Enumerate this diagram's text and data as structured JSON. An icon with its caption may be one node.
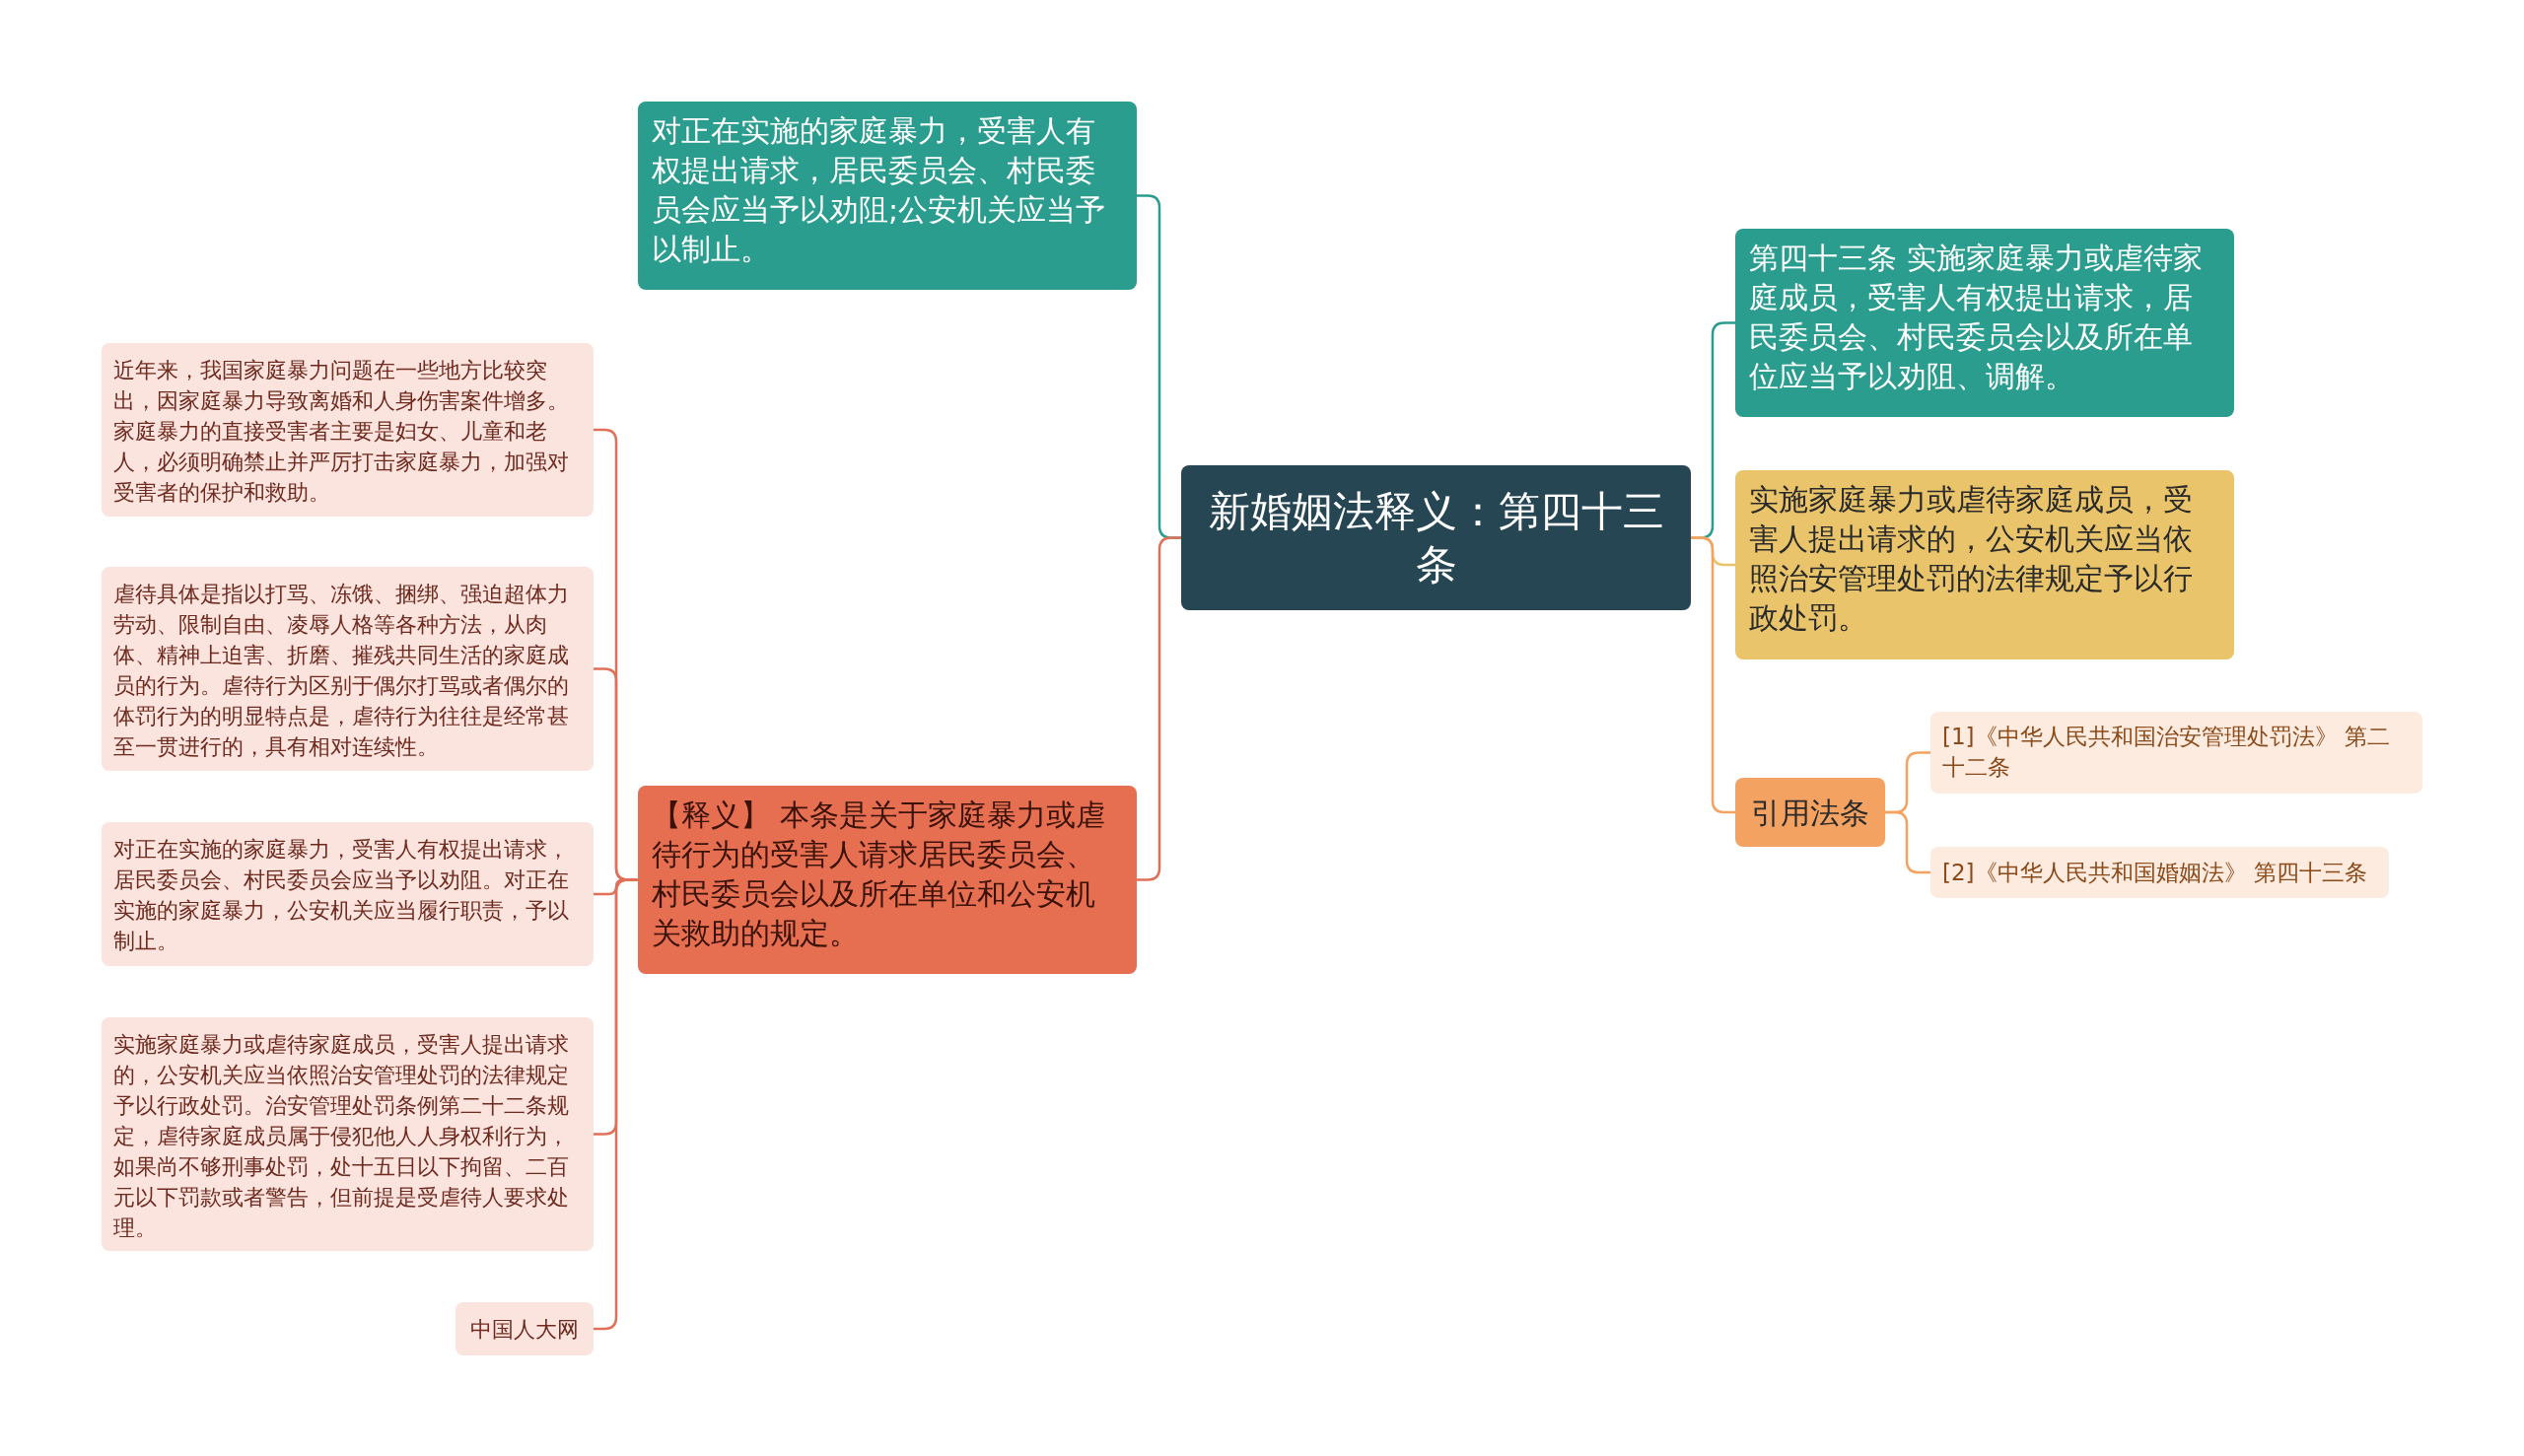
{
  "diagram": {
    "nodes": [
      {
        "text": [
          "新婚姻法释义：第四十三条"
        ]
      },
      {
        "text": [
          "对正在实施的家庭暴力，受害人有权提出请求，居民委员会、村民委员会应当予以劝阻;公安机关应当予以制止。"
        ]
      },
      {
        "text": [
          "【释义】 本条是关于家庭暴力或虐待行为的受害人请求居民委员会、村民委员会以及所在单位和公安机关救助的规定。"
        ]
      },
      {
        "text": [
          "近年来，我国家庭暴力问题在一些地方比较突出，因家庭暴力导致离婚和人身伤害案件增多。家庭暴力的直接受害者主要是妇女、儿童和老人，必须明确禁止并严厉打击家庭暴力，加强对受害者的保护和救助。"
        ]
      },
      {
        "text": [
          "虐待具体是指以打骂、冻饿、捆绑、强迫超体力劳动、限制自由、凌辱人格等各种方法，从肉体、精神上迫害、折磨、摧残共同生活的家庭成员的行为。虐待行为区别于偶尔打骂或者偶尔的体罚行为的明显特点是，虐待行为往往是经常甚至一贯进行的，具有相对连续性。"
        ]
      },
      {
        "text": [
          "对正在实施的家庭暴力，受害人有权提出请求，居民委员会、村民委员会应当予以劝阻。对正在实施的家庭暴力，公安机关应当履行职责，予以制止。"
        ]
      },
      {
        "text": [
          "实施家庭暴力或虐待家庭成员，受害人提出请求的，公安机关应当依照治安管理处罚的法律规定予以行政处罚。治安管理处罚条例第二十二条规定，虐待家庭成员属于侵犯他人人身权利行为，如果尚不够刑事处罚，处十五日以下拘留、二百元以下罚款或者警告，但前提是受虐待人要求处理。"
        ]
      },
      {
        "text": [
          "中国人大网"
        ]
      },
      {
        "text": [
          "第四十三条 实施家庭暴力或虐待家庭成员，受害人有权提出请求，居民委员会、村民委员会以及所在单位应当予以劝阻、调解。"
        ]
      },
      {
        "text": [
          "实施家庭暴力或虐待家庭成员，受害人提出请求的，公安机关应当依照治安管理处罚的法律规定予以行政处罚。"
        ]
      },
      {
        "text": [
          "引用法条"
        ]
      },
      {
        "text": [
          "[1]《中华人民共和国治安管理处罚法》 第二十二条"
        ]
      },
      {
        "text": [
          "[2]《中华人民共和国婚姻法》 第四十三条"
        ]
      }
    ],
    "edges": [
      {
        "from": 0,
        "to": 1,
        "arrow": "none",
        "color": "#2a9d8f"
      },
      {
        "from": 0,
        "to": 2,
        "arrow": "none"
      },
      {
        "from": 2,
        "to": 3,
        "arrow": "none"
      },
      {
        "from": 2,
        "to": 4,
        "arrow": "none"
      },
      {
        "from": 2,
        "to": 5,
        "arrow": "none"
      },
      {
        "from": 2,
        "to": 6,
        "arrow": "none"
      },
      {
        "from": 2,
        "to": 7,
        "arrow": "none"
      },
      {
        "from": 0,
        "to": 8,
        "arrow": "none",
        "color": "#2a9d8f"
      },
      {
        "from": 0,
        "to": 9,
        "arrow": "none",
        "color": "#e9c46a"
      },
      {
        "from": 0,
        "to": 10,
        "arrow": "none",
        "color": "#f4a261"
      },
      {
        "from": 10,
        "to": 11,
        "arrow": "none",
        "color": "#f4a261"
      },
      {
        "from": 10,
        "to": 12,
        "arrow": "none",
        "color": "#f4a261"
      }
    ]
  }
}
